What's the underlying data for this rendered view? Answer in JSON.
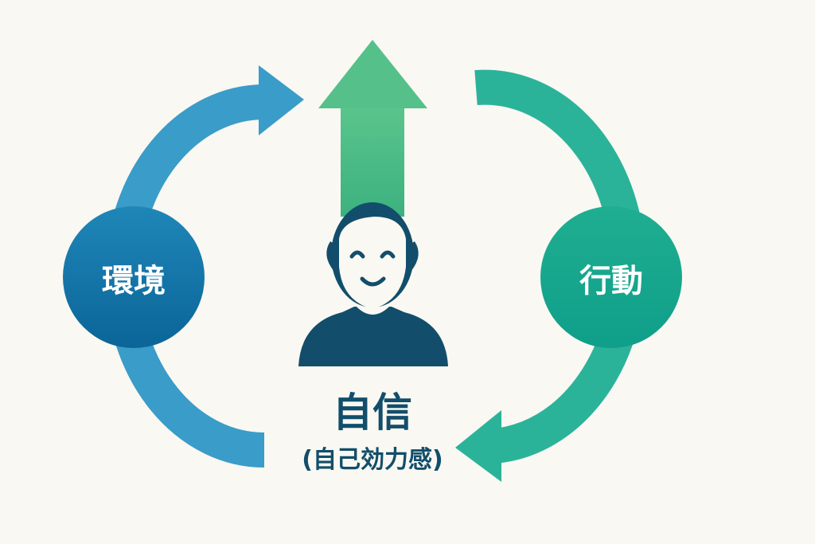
{
  "nodes": {
    "environment": "環境",
    "action": "行動",
    "confidence": "自信",
    "confidence_sub": "(自己効力感)"
  },
  "colors": {
    "background": "#f9f8f2",
    "left_arc": "#3a9cc8",
    "left_circle": "#0e6fa3",
    "up_arrow": "#55c08a",
    "right_arc": "#2bb39a",
    "right_circle": "#16a58c",
    "person": "#124e6b"
  }
}
